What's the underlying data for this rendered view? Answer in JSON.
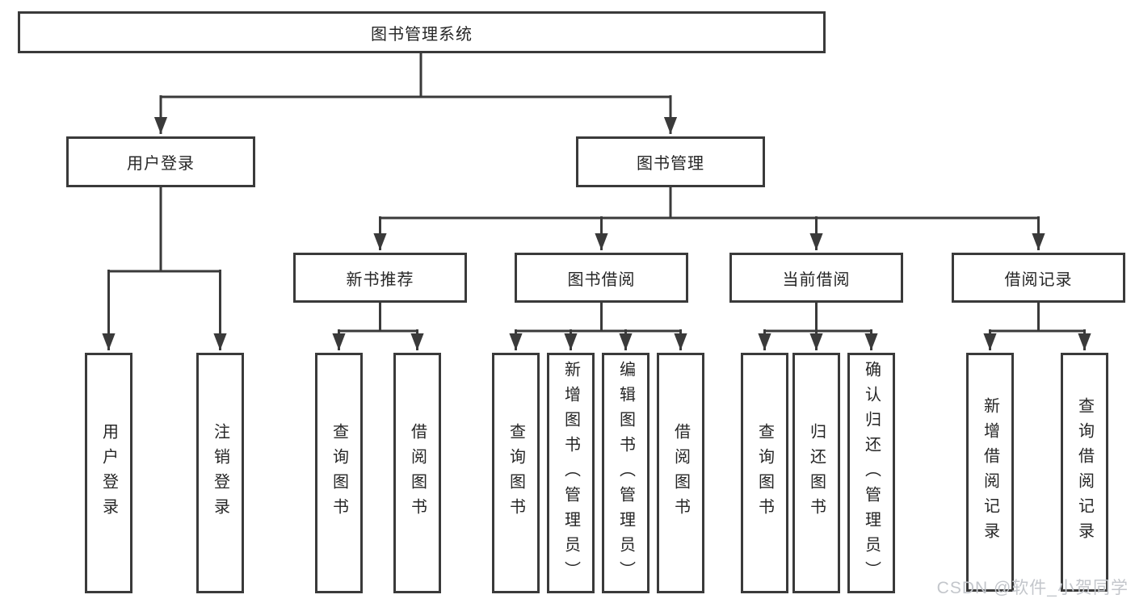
{
  "colors": {
    "line": "#3a3a3a",
    "box_border": "#3a3a3a",
    "text": "#262626",
    "background": "#ffffff",
    "watermark": "#c3c6cb"
  },
  "tree": {
    "root": {
      "label": "图书管理系统"
    },
    "branches": [
      {
        "label": "用户登录",
        "children": [
          {
            "label": "用户登录"
          },
          {
            "label": "注销登录"
          }
        ]
      },
      {
        "label": "图书管理",
        "children": [
          {
            "label": "新书推荐",
            "children": [
              {
                "label": "查询图书"
              },
              {
                "label": "借阅图书"
              }
            ]
          },
          {
            "label": "图书借阅",
            "children": [
              {
                "label": "查询图书"
              },
              {
                "label": "新增图书（管理员）"
              },
              {
                "label": "编辑图书（管理员）"
              },
              {
                "label": "借阅图书"
              }
            ]
          },
          {
            "label": "当前借阅",
            "children": [
              {
                "label": "查询图书"
              },
              {
                "label": "归还图书"
              },
              {
                "label": "确认归还（管理员）"
              }
            ]
          },
          {
            "label": "借阅记录",
            "children": [
              {
                "label": "新增借阅记录"
              },
              {
                "label": "查询借阅记录"
              }
            ]
          }
        ]
      }
    ]
  },
  "watermark": {
    "text": "CSDN @软件_小贺同学"
  }
}
